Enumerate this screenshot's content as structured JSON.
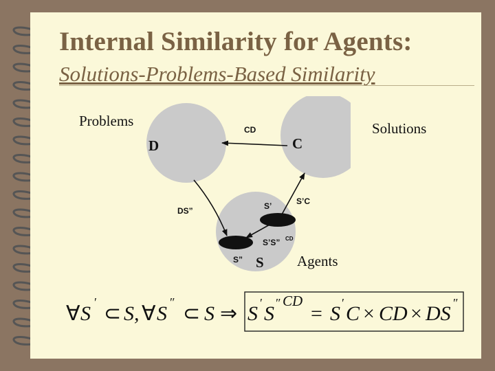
{
  "slide": {
    "title": "Internal Similarity for Agents:",
    "subtitle": "Solutions-Problems-Based Similarity"
  },
  "diagram": {
    "problems_label": "Problems",
    "solutions_label": "Solutions",
    "agents_label": "Agents",
    "node_d": "D",
    "node_c": "C",
    "node_s": "S",
    "edge_cd": "CD",
    "edge_ds": "DS”",
    "edge_sc": "S’C",
    "edge_ss": "S’S”",
    "edge_ss_sup": "CD",
    "agent_s1": "S’",
    "agent_s2": "S”"
  },
  "formula": {
    "forall1": "∀",
    "s_prime_1": "S",
    "subset1": "⊂",
    "s_comma": "S,",
    "forall2": "∀",
    "s_dprime_1": "S",
    "subset2": "⊂",
    "s_2": "S",
    "implies": "⇒",
    "lhs_s1": "S",
    "lhs_s2": "S",
    "lhs_sup": "CD",
    "eq": "=",
    "rhs_s": "S",
    "rhs_c": "C",
    "times1": "×",
    "rhs_cd": "CD",
    "times2": "×",
    "rhs_ds": "DS"
  },
  "colors": {
    "background": "#8b7562",
    "page": "#fbf8d9",
    "title": "#7a6244",
    "circle": "#cacaca",
    "ring": "#555555"
  }
}
